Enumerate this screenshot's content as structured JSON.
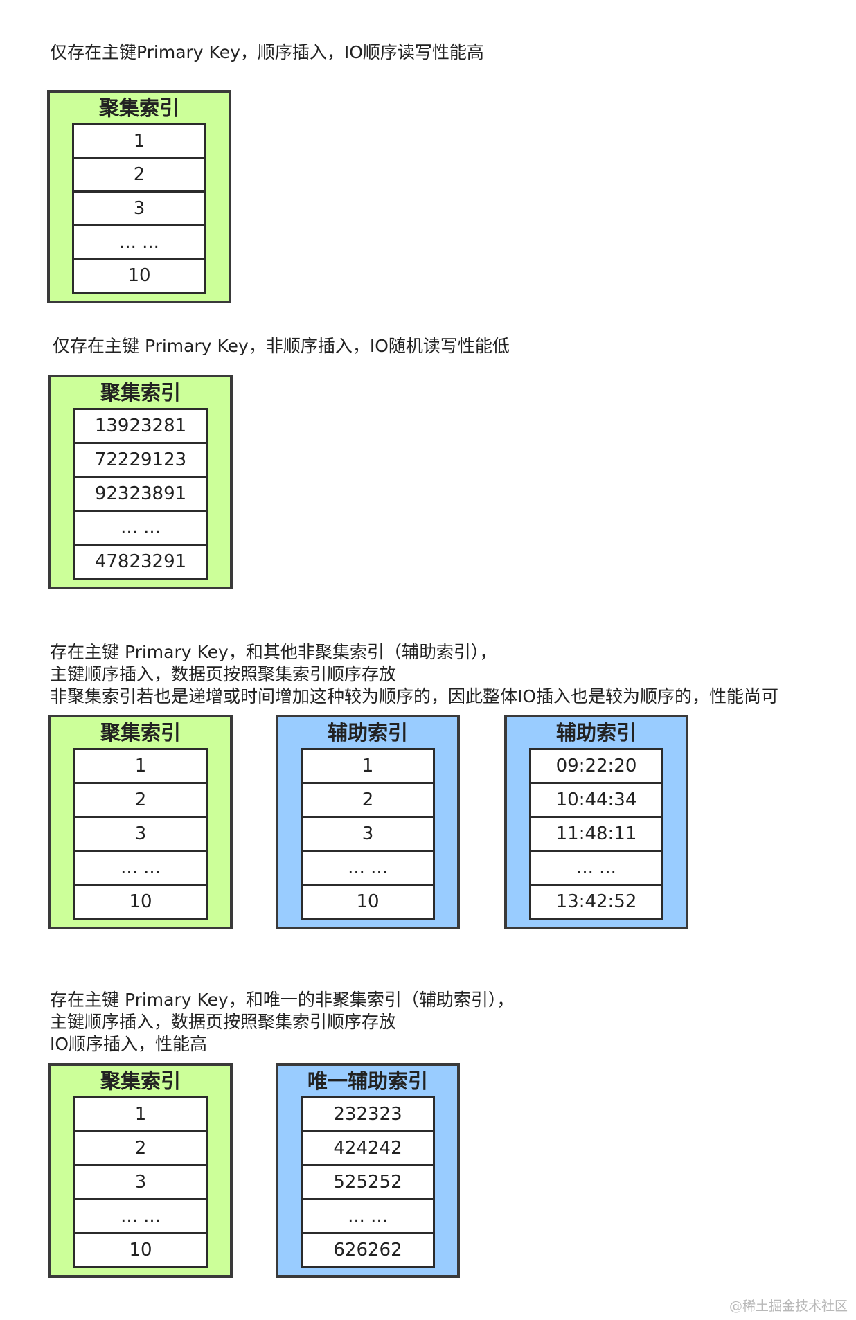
{
  "sections": [
    {
      "caption": [
        "仅存在主键Primary Key，顺序插入，IO顺序读写性能高"
      ],
      "boxes": [
        {
          "title": "聚集索引",
          "color": "#ccff99",
          "cells": [
            "1",
            "2",
            "3",
            "... ...",
            "10"
          ]
        }
      ]
    },
    {
      "caption": [
        "仅存在主键 Primary Key，非顺序插入，IO随机读写性能低"
      ],
      "boxes": [
        {
          "title": "聚集索引",
          "color": "#ccff99",
          "cells": [
            "13923281",
            "72229123",
            "92323891",
            "... ...",
            "47823291"
          ]
        }
      ]
    },
    {
      "caption": [
        "存在主键 Primary Key，和其他非聚集索引（辅助索引），",
        "主键顺序插入，数据页按照聚集索引顺序存放",
        "非聚集索引若也是递增或时间增加这种较为顺序的，因此整体IO插入也是较为顺序的，性能尚可"
      ],
      "boxes": [
        {
          "title": "聚集索引",
          "color": "#ccff99",
          "cells": [
            "1",
            "2",
            "3",
            "... ...",
            "10"
          ]
        },
        {
          "title": "辅助索引",
          "color": "#99ccff",
          "cells": [
            "1",
            "2",
            "3",
            "... ...",
            "10"
          ]
        },
        {
          "title": "辅助索引",
          "color": "#99ccff",
          "cells": [
            "09:22:20",
            "10:44:34",
            "11:48:11",
            "... ...",
            "13:42:52"
          ]
        }
      ]
    },
    {
      "caption": [
        "存在主键 Primary Key，和唯一的非聚集索引（辅助索引），",
        "主键顺序插入，数据页按照聚集索引顺序存放",
        "IO顺序插入，性能高"
      ],
      "boxes": [
        {
          "title": "聚集索引",
          "color": "#ccff99",
          "cells": [
            "1",
            "2",
            "3",
            "... ...",
            "10"
          ]
        },
        {
          "title": "唯一辅助索引",
          "color": "#99ccff",
          "cells": [
            "232323",
            "424242",
            "525252",
            "... ...",
            "626262"
          ]
        }
      ]
    }
  ],
  "watermark": "@稀土掘金技术社区"
}
